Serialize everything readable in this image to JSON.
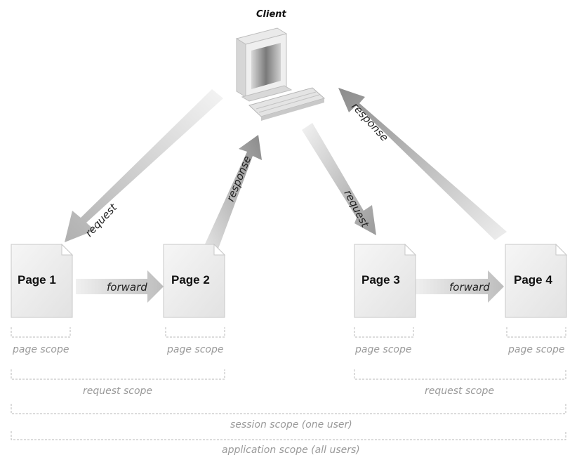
{
  "client": {
    "label": "Client"
  },
  "pages": [
    {
      "label": "Page 1"
    },
    {
      "label": "Page 2"
    },
    {
      "label": "Page 3"
    },
    {
      "label": "Page 4"
    }
  ],
  "arrows": {
    "request_to_page1": "request",
    "response_from_page2": "response",
    "request_to_page3": "request",
    "response_from_page4": "response",
    "forward_1_2": "forward",
    "forward_3_4": "forward"
  },
  "scopes": {
    "page_scope": "page scope",
    "request_scope": "request scope",
    "session_scope": "session scope (one user)",
    "application_scope": "application scope (all users)"
  }
}
